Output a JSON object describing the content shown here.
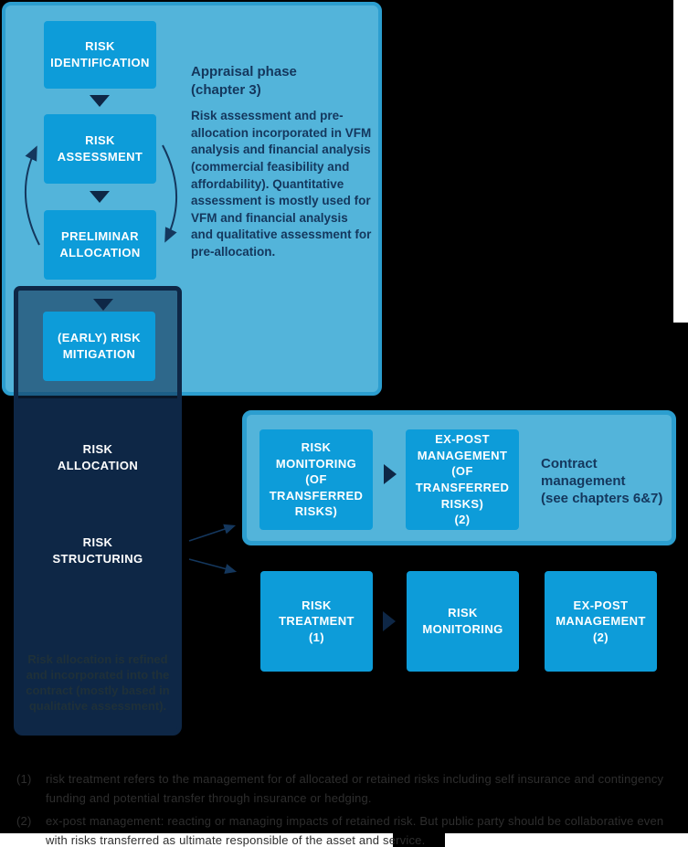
{
  "appraisal": {
    "heading": "Appraisal phase\n(chapter 3)",
    "body": "Risk assessment and pre-allocation incorporated in VFM analysis and financial analysis (commercial feasibility and affordability). Quantitative assessment is mostly used for VFM and financial analysis and qualitative assessment for pre-allocation.",
    "boxes": {
      "identification": "RISK\nIDENTIFICATION",
      "assessment": "RISK\nASSESSMENT",
      "preliminar": "PRELIMINAR\nALLOCATION",
      "mitigation": "(EARLY) RISK\nMITIGATION"
    }
  },
  "allocation_column": {
    "allocation": "RISK\nALLOCATION",
    "structuring": "RISK\nSTRUCTURING",
    "note": "Risk allocation is refined and incorporated into the contract (mostly based in qualitative assessment)."
  },
  "contract": {
    "heading": "Contract\nmanagement\n(see chapters 6&7)",
    "boxes": {
      "monitoring": "RISK\nMONITORING\n(OF\nTRANSFERRED\nRISKS)",
      "expost": "EX-POST\nMANAGEMENT\n(OF\nTRANSFERRED\nRISKS)\n(2)"
    }
  },
  "bottom_row": {
    "treatment": "RISK\nTREATMENT\n(1)",
    "monitoring": "RISK\nMONITORING",
    "expost": "EX-POST\nMANAGEMENT\n(2)"
  },
  "footnotes": [
    {
      "num": "(1)",
      "text": "risk treatment refers to the management for of allocated or retained risks including self insurance and contingency funding and potential transfer through insurance or hedging."
    },
    {
      "num": "(2)",
      "text": "ex-post management: reacting or managing impacts of retained risk. But public party should be collaborative even with risks transferred as ultimate responsible of the asset and service."
    }
  ],
  "colors": {
    "panel_bg": "#53B4DA",
    "panel_border": "#2C9ECF",
    "box_blue": "#0D9CD9",
    "navy": "#0E2746",
    "text_navy": "#14375D",
    "box_text": "#FFFFFF",
    "footnote_gray": "#2E2E2E",
    "background": "#000000"
  }
}
